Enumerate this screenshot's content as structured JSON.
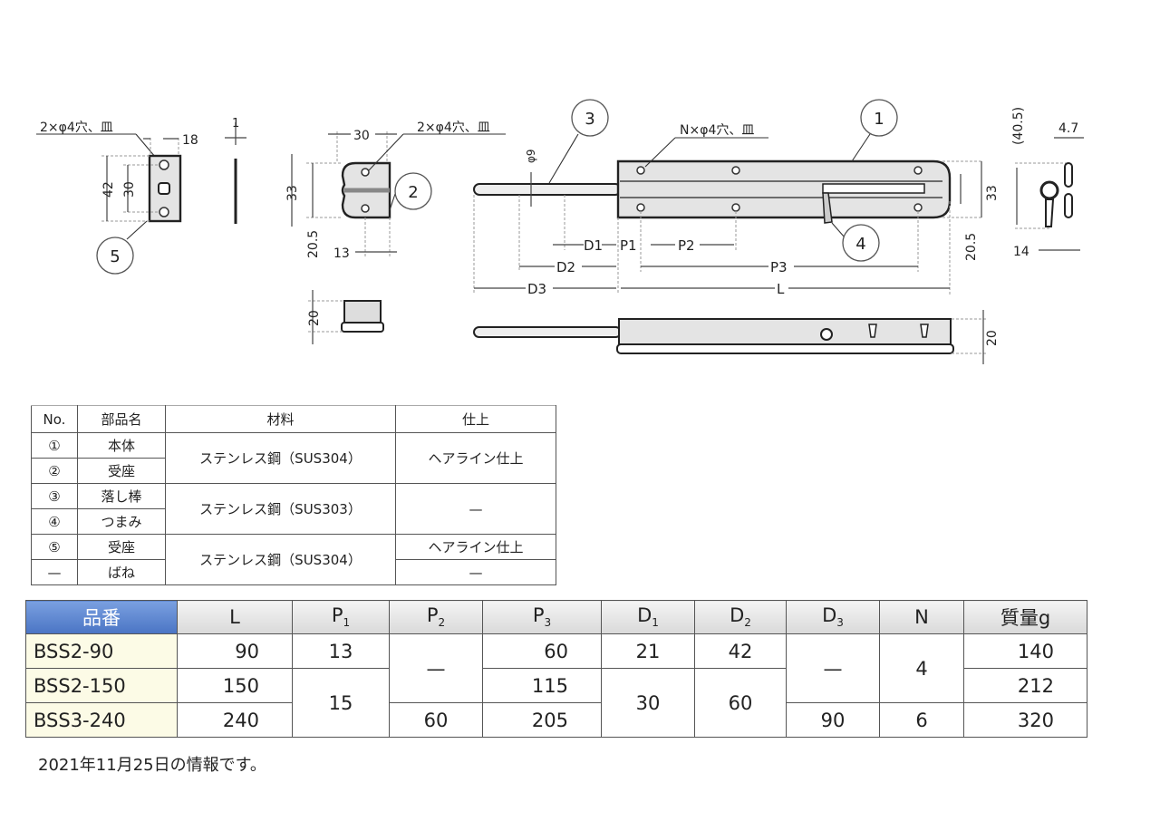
{
  "drawing": {
    "part5": {
      "callout": "5",
      "hole_note": "2×φ4穴、皿",
      "width": "18",
      "height_outer": "42",
      "height_inner": "30",
      "thickness": "1"
    },
    "part2": {
      "callout": "2",
      "hole_note": "2×φ4穴、皿",
      "width": "30",
      "height": "33",
      "offset": "20.5",
      "depth": "13",
      "side_height": "20"
    },
    "main": {
      "callout_body": "1",
      "callout_rod": "3",
      "callout_knob": "4",
      "hole_note": "N×φ4穴、皿",
      "rod_dia": "φ9",
      "D1": "D1",
      "P1": "P1",
      "P2": "P2",
      "D2": "D2",
      "P3": "P3",
      "D3": "D3",
      "L": "L",
      "height": "33",
      "offset": "20.5",
      "side_height": "20"
    },
    "knob": {
      "total": "(40.5)",
      "thickness": "4.7",
      "width": "14"
    }
  },
  "materials_table": {
    "headers": [
      "No.",
      "部品名",
      "材料",
      "仕上"
    ],
    "rows": [
      {
        "no": "①",
        "name": "本体"
      },
      {
        "no": "②",
        "name": "受座"
      },
      {
        "no": "③",
        "name": "落し棒"
      },
      {
        "no": "④",
        "name": "つまみ"
      },
      {
        "no": "⑤",
        "name": "受座"
      },
      {
        "no": "—",
        "name": "ばね"
      }
    ],
    "materials": [
      "ステンレス鋼（SUS304）",
      "ステンレス鋼（SUS303）",
      "ステンレス鋼（SUS304）"
    ],
    "finishes": [
      "ヘアライン仕上",
      "—",
      "ヘアライン仕上",
      "—"
    ]
  },
  "spec_table": {
    "headers": [
      {
        "main": "品番",
        "sub": ""
      },
      {
        "main": "L",
        "sub": ""
      },
      {
        "main": "P",
        "sub": "1"
      },
      {
        "main": "P",
        "sub": "2"
      },
      {
        "main": "P",
        "sub": "3"
      },
      {
        "main": "D",
        "sub": "1"
      },
      {
        "main": "D",
        "sub": "2"
      },
      {
        "main": "D",
        "sub": "3"
      },
      {
        "main": "N",
        "sub": ""
      },
      {
        "main": "質量g",
        "sub": ""
      }
    ],
    "rows": [
      {
        "model": "BSS2-90",
        "L": "90",
        "P1": "13",
        "P2": "—",
        "P3": "60",
        "D1": "21",
        "D2": "42",
        "D3": "—",
        "N": "4",
        "mass": "140"
      },
      {
        "model": "BSS2-150",
        "L": "150",
        "P1": "15",
        "P3": "115",
        "D1": "30",
        "D2": "60",
        "mass": "212"
      },
      {
        "model": "BSS3-240",
        "L": "240",
        "P2": "60",
        "P3": "205",
        "D3": "90",
        "N": "6",
        "mass": "320"
      }
    ],
    "colors": {
      "header_accent": "#4a74c4",
      "model_bg": "#fcfbe6"
    }
  },
  "footnote": "2021年11月25日の情報です。"
}
